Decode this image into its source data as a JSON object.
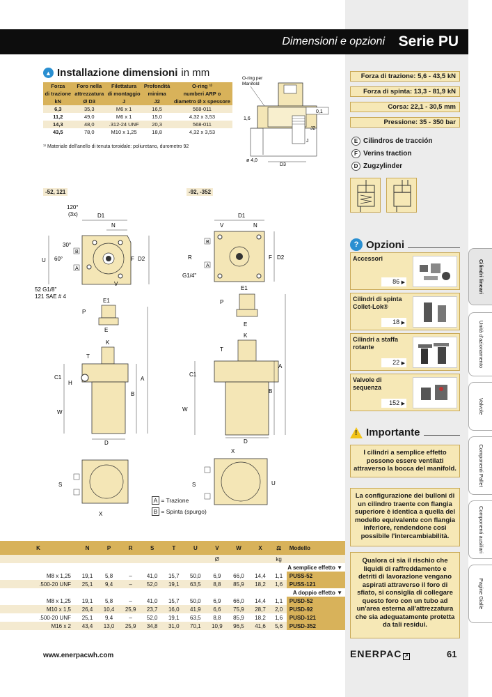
{
  "header": {
    "subtitle": "Dimensioni e opzioni",
    "series": "Serie PU"
  },
  "install": {
    "title": "Installazione dimensioni",
    "unit": "in mm",
    "headers": [
      {
        "l1": "Forza",
        "l2": "di trazione",
        "l3": "kN"
      },
      {
        "l1": "Foro nella",
        "l2": "attrezzatura",
        "l3": "Ø D3"
      },
      {
        "l1": "Filettatura",
        "l2": "di montaggio",
        "l3": "J"
      },
      {
        "l1": "Profondità",
        "l2": "minima",
        "l3": "J2"
      },
      {
        "l1": "O-ring ¹⁾",
        "l2": "numberi ARP o",
        "l3": "diametro Ø x spessore"
      }
    ],
    "rows": [
      [
        "6,3",
        "35,3",
        "M6 x 1",
        "16,5",
        "568-011"
      ],
      [
        "11,2",
        "49,0",
        "M6 x 1",
        "15,0",
        "4,32 x 3,53"
      ],
      [
        "14,3",
        "48,0",
        ".312-24 UNF",
        "20,3",
        "568-011"
      ],
      [
        "43,5",
        "78,0",
        "M10 x 1,25",
        "18,8",
        "4,32 x 3,53"
      ]
    ],
    "note": "¹⁾ Materiale dell'anello di tenuta toroidale: poliuretano, durometro 92"
  },
  "manifold_drawing": {
    "oring_label": "O-ring per Manifold",
    "labels": [
      "1,6",
      "0,1",
      "J2",
      "J",
      "ø 4,0",
      "D3"
    ]
  },
  "specs": [
    "Forza di trazione: 5,6 - 43,5 kN",
    "Forza di spinta: 13,3 - 81,9 kN",
    "Corsa: 22,1 - 30,5 mm",
    "Pressione: 35 - 350 bar"
  ],
  "languages": [
    {
      "code": "E",
      "text": "Cilindros de tracción"
    },
    {
      "code": "F",
      "text": "Verins traction"
    },
    {
      "code": "D",
      "text": "Zugzylinder"
    }
  ],
  "options": {
    "title": "Opzioni",
    "items": [
      {
        "label": "Accessori",
        "page": "86"
      },
      {
        "label": "Cilindri di spinta Collet-Lok®",
        "page": "18"
      },
      {
        "label": "Cilindri a staffa rotante",
        "page": "22"
      },
      {
        "label": "Valvole di sequenza",
        "page": "152"
      }
    ]
  },
  "important": {
    "title": "Importante",
    "notes": [
      "I cilindri a semplice effetto possono essere ventilati attraverso la bocca del manifold.",
      "La configurazione dei bulloni di un cilindro traente con flangia superiore è identica a quella del modello equivalente con flangia inferiore, rendendone così possibile l'intercambiabilità.",
      "Qualora ci sia il rischio che liquidi di raffreddamento e detriti di lavorazione vengano aspirati attraverso il foro di sfiato, si consiglia di collegare questo foro con un tubo ad un'area esterna all'attrezzatura che sia adeguatamente protetta da tali residui."
    ]
  },
  "sidetabs": [
    {
      "label": "Cilindri lineari",
      "active": true
    },
    {
      "label": "Unità d'azionamento",
      "active": false
    },
    {
      "label": "Valvole",
      "active": false
    },
    {
      "label": "Componenti Pallet",
      "active": false
    },
    {
      "label": "Componenti ausiliari",
      "active": false
    },
    {
      "label": "Pagine Gialle",
      "active": false
    }
  ],
  "drawings": {
    "left_label": "-52, 121",
    "right_label": "-92, -352",
    "left_texts": {
      "angle": "120°",
      "angle2": "(3x)",
      "d1": "D1",
      "n": "N",
      "a30": "30°",
      "a60": "60°",
      "u": "U",
      "f": "F",
      "d2": "D2",
      "b": "B",
      "a": "A",
      "v": "V",
      "port1": "52 G1/8\"",
      "port2": "121 SAE # 4",
      "e1": "E1",
      "p": "P",
      "e": "E",
      "k": "K",
      "t": "T",
      "c1": "C1",
      "h": "H",
      "bigA": "A",
      "bigB": "B",
      "w": "W",
      "d": "D",
      "s": "S",
      "x": "X"
    },
    "right_texts": {
      "d1": "D1",
      "v": "V",
      "n": "N",
      "b": "B",
      "r": "R",
      "a": "A",
      "g": "G1/4\"",
      "f": "F",
      "d2": "D2",
      "e1": "E1",
      "p": "P",
      "e": "E",
      "k": "K",
      "t": "T",
      "c1": "C1",
      "bigA": "A",
      "bigB": "B",
      "w": "W",
      "d": "D",
      "x": "X",
      "s": "S",
      "u": "U"
    },
    "legend_a": "= Trazione",
    "legend_b": "= Spinta (spurgo)"
  },
  "dimtable": {
    "headers": [
      "K",
      "N",
      "P",
      "R",
      "S",
      "T",
      "U",
      "V",
      "W",
      "X",
      "",
      "Modello"
    ],
    "units": [
      "",
      "",
      "",
      "",
      "",
      "",
      "",
      "Ø",
      "",
      "",
      "kg",
      ""
    ],
    "groups": [
      {
        "title": "A semplice effetto ▼",
        "rows": [
          [
            "M8 x 1,25",
            "19,1",
            "5,8",
            "–",
            "41,0",
            "15,7",
            "50,0",
            "6,9",
            "66,0",
            "14,4",
            "1,1",
            "PUSS-52"
          ],
          [
            ".500-20 UNF",
            "25,1",
            "9,4",
            "–",
            "52,0",
            "19,1",
            "63,5",
            "8,8",
            "85,9",
            "18,2",
            "1,6",
            "PUSS-121"
          ]
        ]
      },
      {
        "title": "A doppio effetto ▼",
        "rows": [
          [
            "M8 x 1,25",
            "19,1",
            "5,8",
            "–",
            "41,0",
            "15,7",
            "50,0",
            "6,9",
            "66,0",
            "14,4",
            "1,1",
            "PUSD-52"
          ],
          [
            "M10 x 1,5",
            "26,4",
            "10,4",
            "25,9",
            "23,7",
            "16,0",
            "41,9",
            "6,6",
            "75,9",
            "28,7",
            "2,0",
            "PUSD-92"
          ],
          [
            ".500-20 UNF",
            "25,1",
            "9,4",
            "–",
            "52,0",
            "19,1",
            "63,5",
            "8,8",
            "85,9",
            "18,2",
            "1,6",
            "PUSD-121"
          ],
          [
            "M16 x 2",
            "43,4",
            "13,0",
            "25,9",
            "34,8",
            "31,0",
            "70,1",
            "10,9",
            "96,5",
            "41,6",
            "5,6",
            "PUSD-352"
          ]
        ]
      }
    ]
  },
  "footer": {
    "url": "www.enerpacwh.com",
    "logo": "ENERPAC",
    "page": "61"
  },
  "colors": {
    "gold": "#d8b25a",
    "cream": "#f4ead0",
    "accent": "#2a8fd1"
  }
}
